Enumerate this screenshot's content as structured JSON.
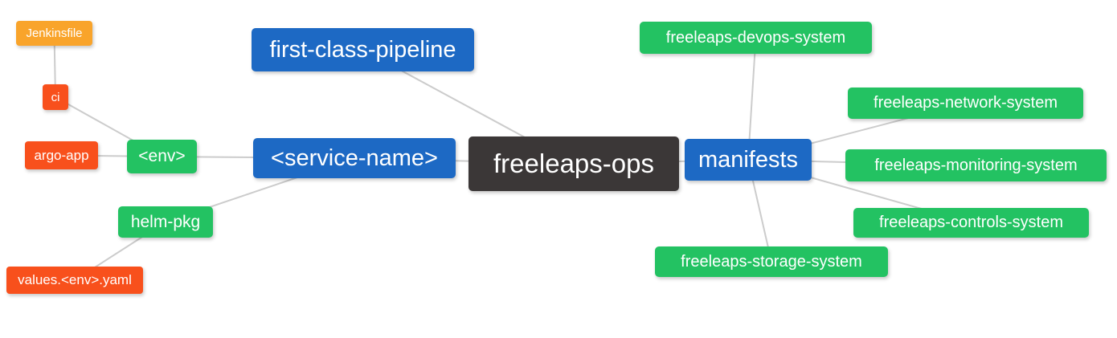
{
  "diagram": {
    "type": "mindmap",
    "root_label": "freeleaps-ops",
    "palette": {
      "root_bg": "#3B3737",
      "branch_bg": "#1D69C4",
      "leaf_green_bg": "#23C262",
      "leaf_orange_bg": "#F9A42B",
      "leaf_red_bg": "#F8501C",
      "edge": "#CCCCCC",
      "text": "#FFFFFF",
      "background": "#FFFFFF"
    },
    "nodes": {
      "jenkinsfile": {
        "label": "Jenkinsfile",
        "color": "orange"
      },
      "ci": {
        "label": "ci",
        "color": "red"
      },
      "argo_app": {
        "label": "argo-app",
        "color": "red"
      },
      "env": {
        "label": "<env>",
        "color": "green"
      },
      "helm_pkg": {
        "label": "helm-pkg",
        "color": "green"
      },
      "values_yaml": {
        "label": "values.<env>.yaml",
        "color": "red"
      },
      "first_class_pipeline": {
        "label": "first-class-pipeline",
        "color": "blue"
      },
      "service_name": {
        "label": "<service-name>",
        "color": "blue"
      },
      "freeleaps_ops": {
        "label": "freeleaps-ops",
        "color": "dark"
      },
      "manifests": {
        "label": "manifests",
        "color": "blue"
      },
      "devops_system": {
        "label": "freeleaps-devops-system",
        "color": "green"
      },
      "network_system": {
        "label": "freeleaps-network-system",
        "color": "green"
      },
      "monitoring_system": {
        "label": "freeleaps-monitoring-system",
        "color": "green"
      },
      "controls_system": {
        "label": "freeleaps-controls-system",
        "color": "green"
      },
      "storage_system": {
        "label": "freeleaps-storage-system",
        "color": "green"
      }
    },
    "edges": [
      [
        "jenkinsfile",
        "ci"
      ],
      [
        "ci",
        "env"
      ],
      [
        "argo_app",
        "env"
      ],
      [
        "env",
        "service_name"
      ],
      [
        "helm_pkg",
        "service_name"
      ],
      [
        "values_yaml",
        "helm_pkg"
      ],
      [
        "first_class_pipeline",
        "freeleaps_ops"
      ],
      [
        "service_name",
        "freeleaps_ops"
      ],
      [
        "freeleaps_ops",
        "manifests"
      ],
      [
        "manifests",
        "devops_system"
      ],
      [
        "manifests",
        "network_system"
      ],
      [
        "manifests",
        "monitoring_system"
      ],
      [
        "manifests",
        "controls_system"
      ],
      [
        "manifests",
        "storage_system"
      ]
    ]
  }
}
